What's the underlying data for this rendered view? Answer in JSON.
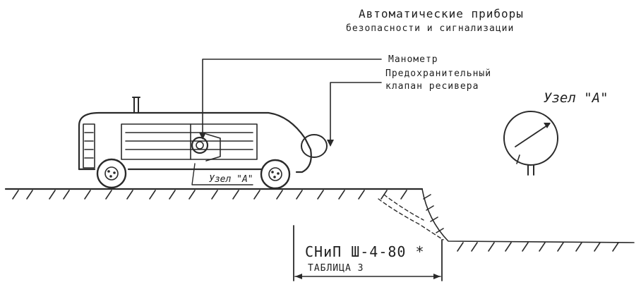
{
  "title": {
    "line1": "Автоматические приборы",
    "line2": "безопасности и сигнализации"
  },
  "labels": {
    "manometer": "Манометр",
    "valve_line1": "Предохранительный",
    "valve_line2": "клапан ресивера",
    "node_right": "Узел \"А\"",
    "node_small": "Узел \"А\"",
    "snip": "СНиП Ш-4-80 *",
    "table": "ТАБЛИЦА 3"
  }
}
